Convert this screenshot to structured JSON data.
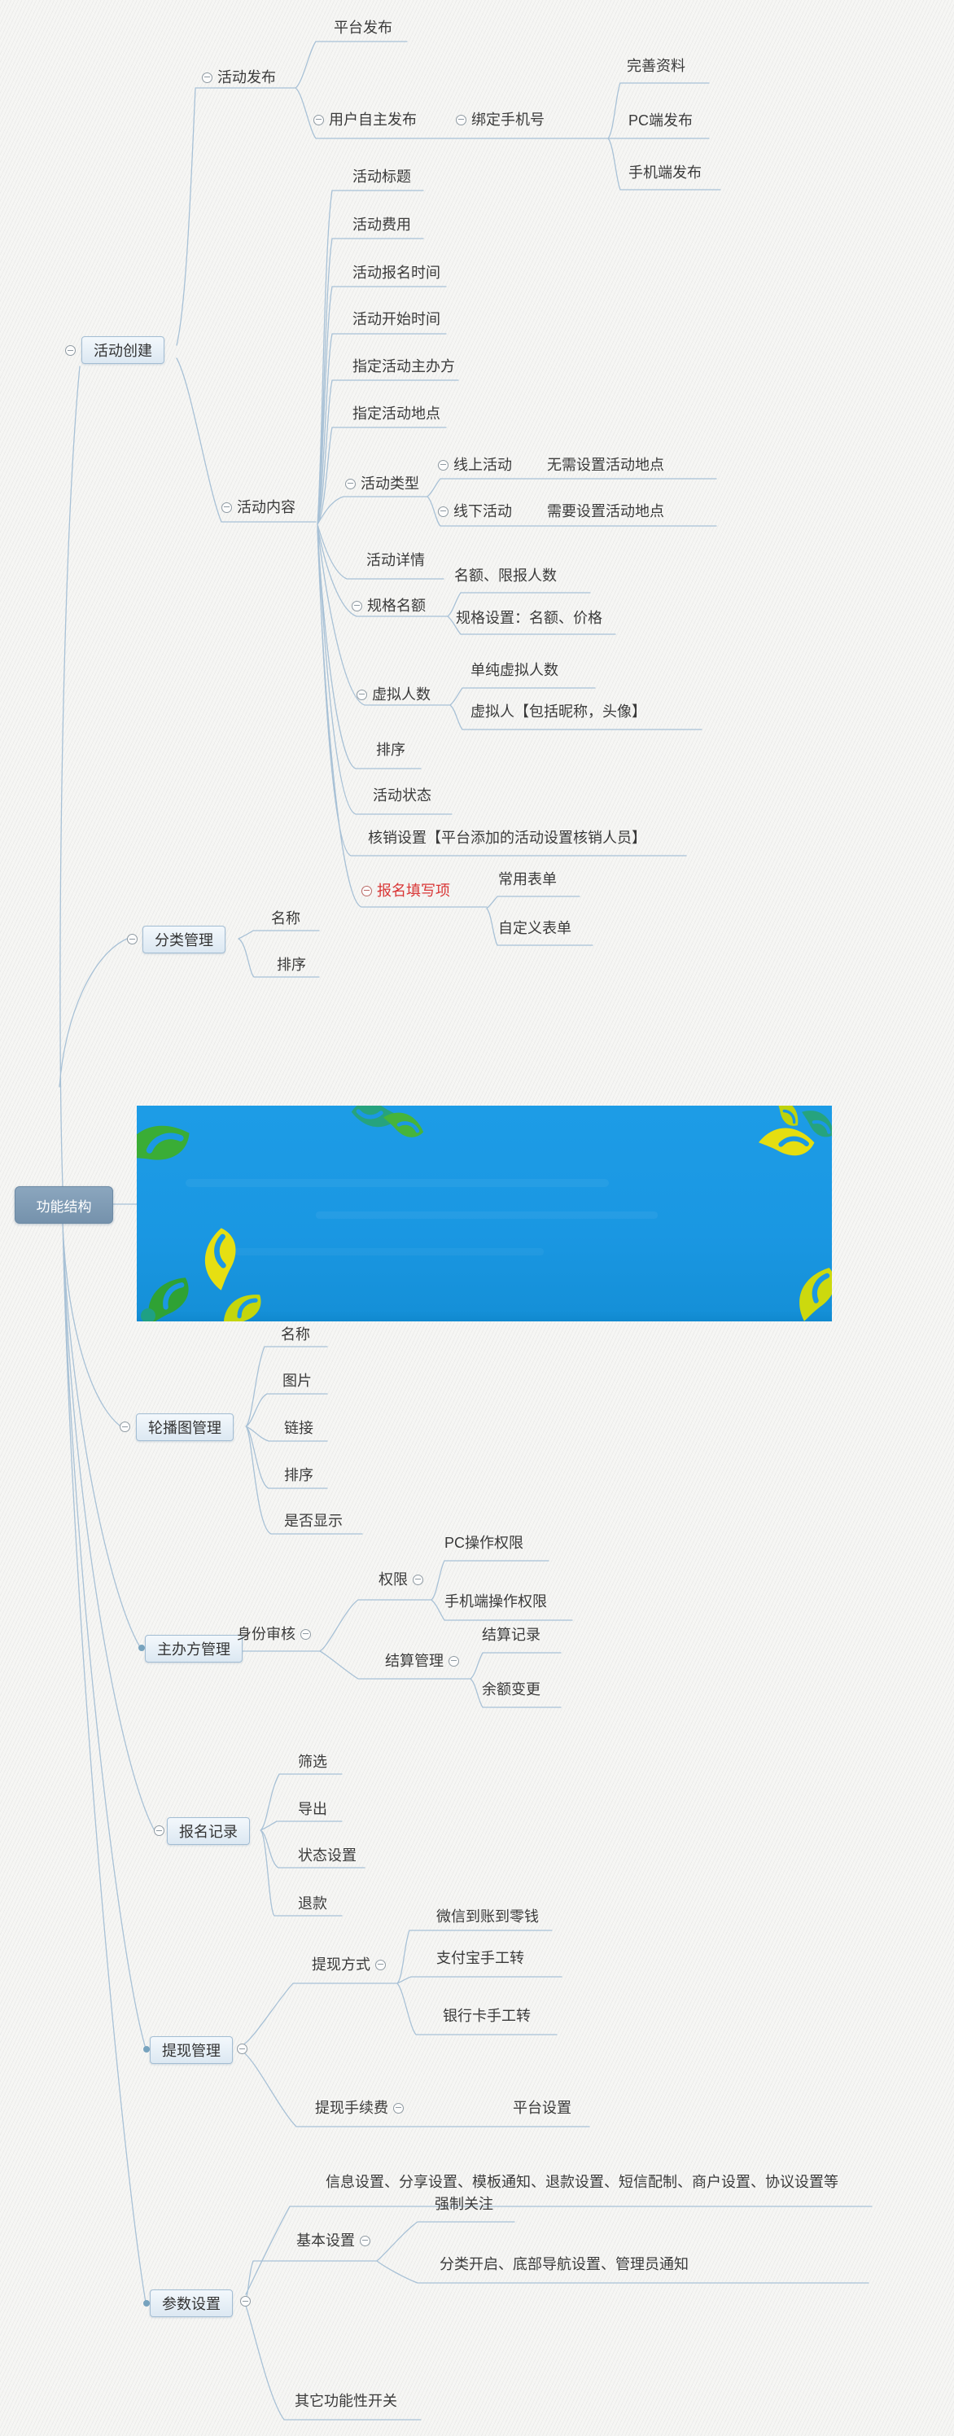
{
  "root": {
    "label": "功能结构"
  },
  "activity_create": {
    "label": "活动创建",
    "activity_publish": {
      "label": "活动发布",
      "platform_publish": {
        "label": "平台发布"
      },
      "user_self_publish": {
        "label": "用户自主发布"
      },
      "bind_phone": {
        "label": "绑定手机号",
        "complete_profile": {
          "label": "完善资料"
        },
        "pc_publish": {
          "label": "PC端发布"
        },
        "mobile_publish": {
          "label": "手机端发布"
        }
      }
    },
    "activity_content": {
      "label": "活动内容",
      "activity_title": {
        "label": "活动标题"
      },
      "activity_fee": {
        "label": "活动费用"
      },
      "signup_time": {
        "label": "活动报名时间"
      },
      "start_time": {
        "label": "活动开始时间"
      },
      "assign_organizer": {
        "label": "指定活动主办方"
      },
      "assign_location": {
        "label": "指定活动地点"
      },
      "activity_type": {
        "label": "活动类型",
        "online": {
          "label": "线上活动",
          "note": "无需设置活动地点"
        },
        "offline": {
          "label": "线下活动",
          "note": "需要设置活动地点"
        }
      },
      "activity_detail": {
        "label": "活动详情"
      },
      "spec_quota": {
        "label": "规格名额",
        "quota_limit": {
          "label": "名额、限报人数"
        },
        "spec_setting": {
          "label": "规格设置：名额、价格"
        }
      },
      "virtual_count": {
        "label": "虚拟人数",
        "pure_virtual": {
          "label": "单纯虚拟人数"
        },
        "virtual_person": {
          "label": "虚拟人【包括昵称，头像】"
        }
      },
      "sort": {
        "label": "排序"
      },
      "activity_status": {
        "label": "活动状态"
      },
      "verify_setting": {
        "label": "核销设置【平台添加的活动设置核销人员】"
      },
      "signup_fields": {
        "label": "报名填写项",
        "common_form": {
          "label": "常用表单"
        },
        "custom_form": {
          "label": "自定义表单"
        }
      }
    }
  },
  "category_mgmt": {
    "label": "分类管理",
    "name": {
      "label": "名称"
    },
    "sort": {
      "label": "排序"
    }
  },
  "carousel_mgmt": {
    "label": "轮播图管理",
    "name": {
      "label": "名称"
    },
    "image": {
      "label": "图片"
    },
    "link": {
      "label": "链接"
    },
    "sort": {
      "label": "排序"
    },
    "visible": {
      "label": "是否显示"
    }
  },
  "organizer_mgmt": {
    "label": "主办方管理",
    "identity_audit": {
      "label": "身份审核"
    },
    "permission": {
      "label": "权限",
      "pc": {
        "label": "PC操作权限"
      },
      "mobile": {
        "label": "手机端操作权限"
      }
    },
    "settlement": {
      "label": "结算管理",
      "record": {
        "label": "结算记录"
      },
      "balance": {
        "label": "余额变更"
      }
    }
  },
  "signup_records": {
    "label": "报名记录",
    "filter": {
      "label": "筛选"
    },
    "export": {
      "label": "导出"
    },
    "status": {
      "label": "状态设置"
    },
    "refund": {
      "label": "退款"
    }
  },
  "withdraw_mgmt": {
    "label": "提现管理",
    "method": {
      "label": "提现方式",
      "wechat": {
        "label": "微信到账到零钱"
      },
      "alipay": {
        "label": "支付宝手工转"
      },
      "bank": {
        "label": "银行卡手工转"
      }
    },
    "fee": {
      "label": "提现手续费",
      "platform": {
        "label": "平台设置"
      }
    }
  },
  "param_settings": {
    "label": "参数设置",
    "misc": {
      "label": "信息设置、分享设置、模板通知、退款设置、短信配制、商户设置、协议设置等"
    },
    "basic": {
      "label": "基本设置",
      "force_follow": {
        "label": "强制关注"
      },
      "others": {
        "label": "分类开启、底部导航设置、管理员通知"
      }
    },
    "other_switches": {
      "label": "其它功能性开关"
    }
  },
  "colors": {
    "line": "#a8c1d6",
    "box_border": "#a3bdd3",
    "root_fill": "#7e99b3",
    "text": "#3a3a3a",
    "red_text": "#d93636",
    "banner_blue": "#1b98e3"
  }
}
